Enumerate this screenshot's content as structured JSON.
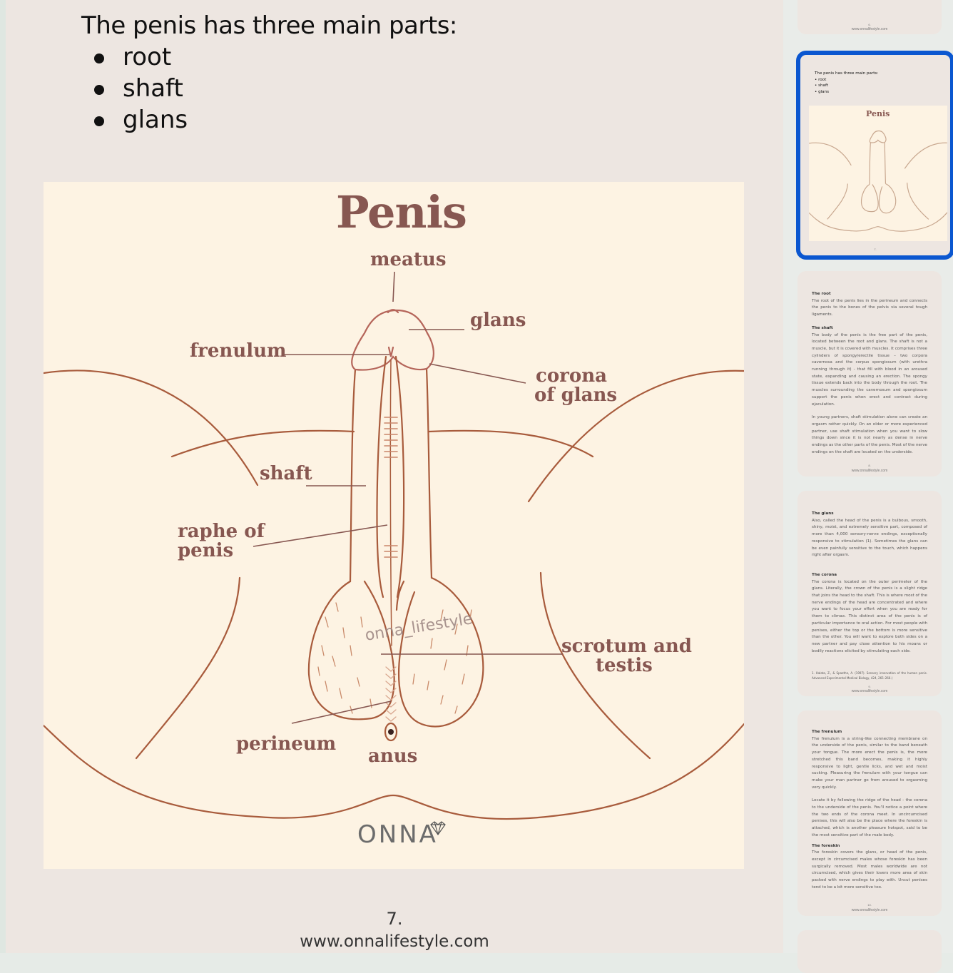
{
  "page": {
    "intro_title": "The penis has three main parts:",
    "parts": [
      "root",
      "shaft",
      "glans"
    ],
    "page_number": "7.",
    "url": "www.onnalifestyle.com"
  },
  "figure": {
    "title": "Penis",
    "labels": {
      "meatus": "meatus",
      "glans": "glans",
      "frenulum": "frenulum",
      "corona_line1": "corona",
      "corona_line2": "of glans",
      "shaft": "shaft",
      "raphe_line1": "raphe of",
      "raphe_line2": "penis",
      "scrotum_line1": "scrotum and",
      "scrotum_line2": "testis",
      "perineum": "perineum",
      "anus": "anus"
    },
    "watermark": "onna_lifestyle",
    "logo_text": "ONNA",
    "colors": {
      "label": "#875751",
      "outline": "#a85b3c",
      "background": "#fdf3e3"
    }
  },
  "thumbnails": {
    "selected_border_color": "#0b57d0",
    "items": [
      {
        "page_number": "6.",
        "url": "www.onnalifestyle.com"
      },
      {
        "page_number": "7.",
        "intro_title": "The penis has three main parts:",
        "parts": [
          "root",
          "shaft",
          "glans"
        ],
        "figure_title": "Penis",
        "selected": true
      },
      {
        "page_number": "8.",
        "url": "www.onnalifestyle.com",
        "sections": [
          {
            "heading": "The root",
            "paragraphs": [
              "The root of the penis lies in the perineum and connects the penis to the bones of the pelvis via several tough ligaments."
            ]
          },
          {
            "heading": "The shaft",
            "paragraphs": [
              "The body of the penis is the free part of the penis, located between the root and glans. The shaft is not a muscle, but it is covered with muscles. It comprises three cylinders of spongy/erectile tissue – two corpora cavernosa and the corpus spongiosum (with urethra running through it) - that fill with blood in an aroused state, expanding and causing an erection. The spongy tissue extends back into the body through the root. The muscles surrounding the cavernosum and spongiosum support the penis when erect and contract during ejaculation.",
              "In young partners, shaft stimulation alone can create an orgasm rather quickly. On an older or more experienced partner, use shaft stimulation when you want to slow things down since it is not nearly as dense in nerve endings as the other parts of the penis. Most of the nerve endings on the shaft are located on the underside."
            ]
          }
        ]
      },
      {
        "page_number": "9.",
        "url": "www.onnalifestyle.com",
        "sections": [
          {
            "heading": "The glans",
            "paragraphs": [
              "Also, called the head of the penis is a bulbous, smooth, shiny, moist, and extremely sensitive part, composed of more than 4,000 sensory-nerve endings, exceptionally responsive to stimulation (1). Sometimes the glans can be even painfully sensitive to the touch, which happens right after orgasm."
            ]
          },
          {
            "heading": "The corona",
            "paragraphs": [
              "The corona is located on the outer perimeter of the glans. Literally, the crown of the penis is a slight ridge that joins the head to the shaft. This is where most of the nerve endings of the head are concentrated and where you want to focus your effort when you are ready for them to climax. This distinct area of the penis is of particular importance to oral action. For most people with penises, either the top or the bottom is more sensitive than the other. You will want to explore both sides on a new partner and pay close attention to his moans or bodily reactions elicited by stimulating each side."
            ]
          }
        ],
        "footnote": "1. Halata, Z., & Spaethe, A. (1997). Sensory innervation of the human penis. Advanced Experimental Medical Biology, 424, 265–266.)"
      },
      {
        "page_number": "10.",
        "url": "www.onnalifestyle.com",
        "sections": [
          {
            "heading": "The frenulum",
            "paragraphs": [
              "The frenulum is a string-like connecting membrane on the underside of the penis, similar to the band beneath your tongue. The more erect the penis is, the more stretched this band becomes, making it highly responsive to light, gentle licks, and wet and moist sucking. Pleasuring the frenulum with your tongue can make your man partner go from aroused to orgasming very quickly.",
              "Locate it by following the ridge of the head - the corona to the underside of the penis. You'll notice a point where the two ends of the corona meet. In uncircumcised penises, this will also be the place where the foreskin is attached, which is another pleasure hotspot, said to be the most sensitive part of the male body."
            ]
          },
          {
            "heading": "The foreskin",
            "paragraphs": [
              "The foreskin covers the glans, or head of the penis, except in circumcised males whose foreskin has been surgically removed. Most males worldwide are not circumcised, which gives their lovers more area of skin packed with nerve endings to play with. Uncut penises tend to be a bit more sensitive too."
            ]
          }
        ]
      }
    ]
  }
}
